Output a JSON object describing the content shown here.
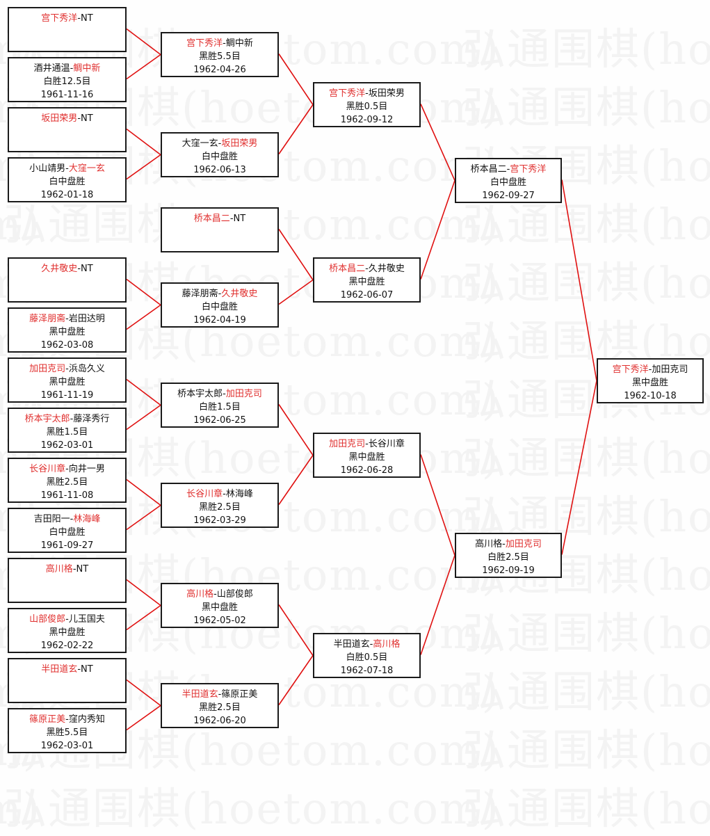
{
  "watermark": "弘通围棋(hoetom.com)",
  "colors": {
    "winner": "#e0302f",
    "line": "#e01010",
    "border": "#1a1a1a"
  },
  "matches": [
    {
      "id": "r1-1",
      "p1": "宫下秀洋",
      "p2": "NT",
      "winner": 1,
      "result": "",
      "date": ""
    },
    {
      "id": "r1-2",
      "p1": "酒井通温",
      "p2": "鲷中新",
      "winner": 2,
      "result": "白胜12.5目",
      "date": "1961-11-16"
    },
    {
      "id": "r1-3",
      "p1": "坂田荣男",
      "p2": "NT",
      "winner": 1,
      "result": "",
      "date": ""
    },
    {
      "id": "r1-4",
      "p1": "小山靖男",
      "p2": "大窪一玄",
      "winner": 2,
      "result": "白中盘胜",
      "date": "1962-01-18"
    },
    {
      "id": "r1-5",
      "p1": "久井敬史",
      "p2": "NT",
      "winner": 1,
      "result": "",
      "date": ""
    },
    {
      "id": "r1-6",
      "p1": "藤泽朋斋",
      "p2": "岩田达明",
      "winner": 1,
      "result": "黑中盘胜",
      "date": "1962-03-08"
    },
    {
      "id": "r1-7",
      "p1": "加田克司",
      "p2": "浜岛久义",
      "winner": 1,
      "result": "黑中盘胜",
      "date": "1961-11-19"
    },
    {
      "id": "r1-8",
      "p1": "桥本宇太郎",
      "p2": "藤泽秀行",
      "winner": 1,
      "result": "黑胜1.5目",
      "date": "1962-03-01"
    },
    {
      "id": "r1-9",
      "p1": "长谷川章",
      "p2": "向井一男",
      "winner": 1,
      "result": "黑胜2.5目",
      "date": "1961-11-08"
    },
    {
      "id": "r1-10",
      "p1": "吉田阳一",
      "p2": "林海峰",
      "winner": 2,
      "result": "白中盘胜",
      "date": "1961-09-27"
    },
    {
      "id": "r1-11",
      "p1": "高川格",
      "p2": "NT",
      "winner": 1,
      "result": "",
      "date": ""
    },
    {
      "id": "r1-12",
      "p1": "山部俊郎",
      "p2": "儿玉国夫",
      "winner": 1,
      "result": "黑中盘胜",
      "date": "1962-02-22"
    },
    {
      "id": "r1-13",
      "p1": "半田道玄",
      "p2": "NT",
      "winner": 1,
      "result": "",
      "date": ""
    },
    {
      "id": "r1-14",
      "p1": "篠原正美",
      "p2": "窪内秀知",
      "winner": 1,
      "result": "黑胜5.5目",
      "date": "1962-03-01"
    },
    {
      "id": "r2-1",
      "p1": "宫下秀洋",
      "p2": "鲷中新",
      "winner": 1,
      "result": "黑胜5.5目",
      "date": "1962-04-26"
    },
    {
      "id": "r2-2",
      "p1": "大窪一玄",
      "p2": "坂田荣男",
      "winner": 2,
      "result": "白中盘胜",
      "date": "1962-06-13"
    },
    {
      "id": "r2-3",
      "p1": "桥本昌二",
      "p2": "NT",
      "winner": 1,
      "result": "",
      "date": ""
    },
    {
      "id": "r2-4",
      "p1": "藤泽朋斋",
      "p2": "久井敬史",
      "winner": 2,
      "result": "白中盘胜",
      "date": "1962-04-19"
    },
    {
      "id": "r2-5",
      "p1": "桥本宇太郎",
      "p2": "加田克司",
      "winner": 2,
      "result": "白胜1.5目",
      "date": "1962-06-25"
    },
    {
      "id": "r2-6",
      "p1": "长谷川章",
      "p2": "林海峰",
      "winner": 1,
      "result": "黑胜2.5目",
      "date": "1962-03-29"
    },
    {
      "id": "r2-7",
      "p1": "高川格",
      "p2": "山部俊郎",
      "winner": 1,
      "result": "黑中盘胜",
      "date": "1962-05-02"
    },
    {
      "id": "r2-8",
      "p1": "半田道玄",
      "p2": "篠原正美",
      "winner": 1,
      "result": "黑胜2.5目",
      "date": "1962-06-20"
    },
    {
      "id": "r3-1",
      "p1": "宫下秀洋",
      "p2": "坂田荣男",
      "winner": 1,
      "result": "黑胜0.5目",
      "date": "1962-09-12"
    },
    {
      "id": "r3-2",
      "p1": "桥本昌二",
      "p2": "久井敬史",
      "winner": 1,
      "result": "黑中盘胜",
      "date": "1962-06-07"
    },
    {
      "id": "r3-3",
      "p1": "加田克司",
      "p2": "长谷川章",
      "winner": 1,
      "result": "黑中盘胜",
      "date": "1962-06-28"
    },
    {
      "id": "r3-4",
      "p1": "半田道玄",
      "p2": "高川格",
      "winner": 2,
      "result": "白胜0.5目",
      "date": "1962-07-18"
    },
    {
      "id": "r4-1",
      "p1": "桥本昌二",
      "p2": "宫下秀洋",
      "winner": 2,
      "result": "白中盘胜",
      "date": "1962-09-27"
    },
    {
      "id": "r4-2",
      "p1": "高川格",
      "p2": "加田克司",
      "winner": 2,
      "result": "白胜2.5目",
      "date": "1962-09-19"
    },
    {
      "id": "final",
      "p1": "宫下秀洋",
      "p2": "加田克司",
      "winner": 1,
      "result": "黑中盘胜",
      "date": "1962-10-18"
    }
  ]
}
